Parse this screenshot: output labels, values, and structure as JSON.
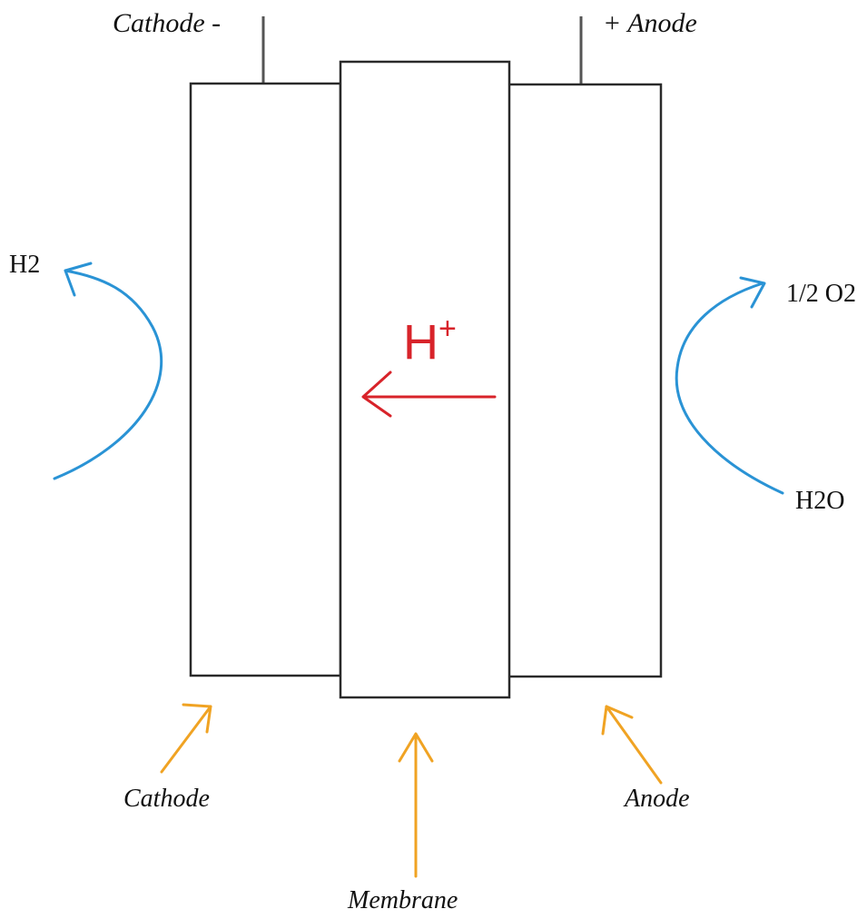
{
  "terminals": {
    "cathode_top": "Cathode -",
    "anode_top": "+ Anode"
  },
  "gases": {
    "left_out": "H2",
    "right_out": "1/2 O2",
    "right_in": "H2O"
  },
  "ion": {
    "label_main": "H",
    "label_sup": "+"
  },
  "parts": {
    "cathode": "Cathode",
    "membrane": "Membrane",
    "anode": "Anode"
  },
  "colors": {
    "outline": "#2a2a2a",
    "ion_arrow": "#d8232a",
    "gas_arrow": "#2a93d5",
    "pointer_arrow": "#f0a323",
    "text": "#111111"
  }
}
